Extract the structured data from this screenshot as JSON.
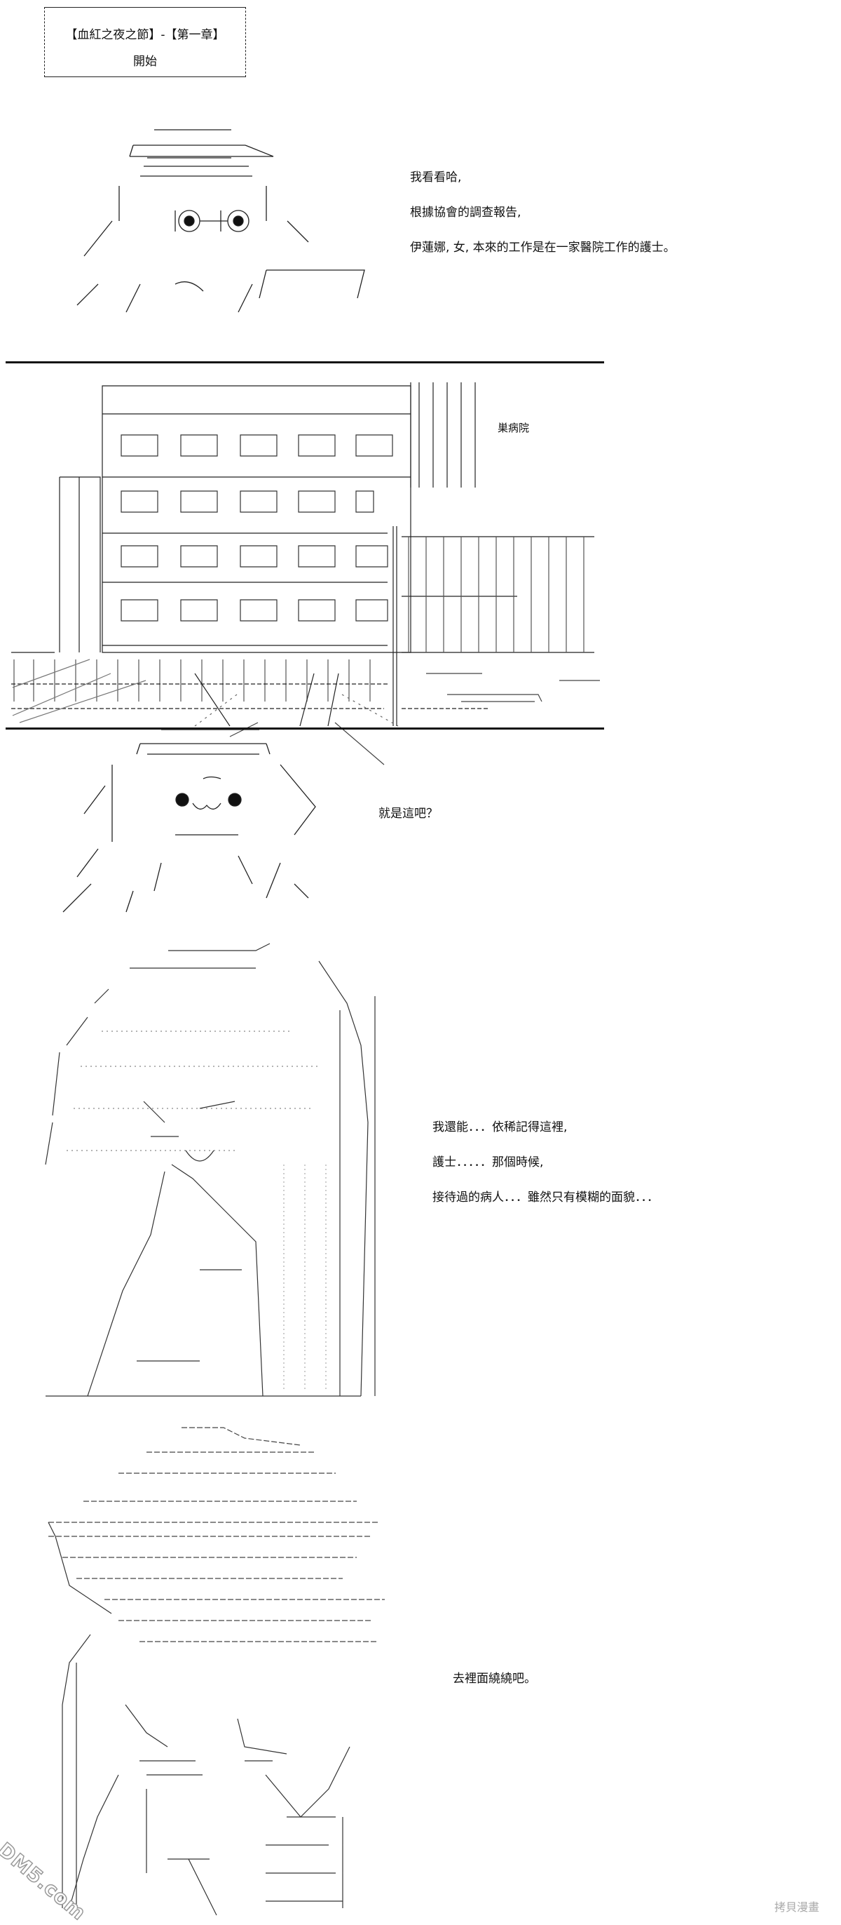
{
  "header": {
    "title": "【血紅之夜之節】-【第一章】",
    "subtitle": "開始"
  },
  "panel1": {
    "lines": [
      "我看看哈,",
      "根據協會的調查報告,",
      "伊蓮娜, 女, 本來的工作是在一家醫院工作的護士。"
    ]
  },
  "scene": {
    "hospital_sign": "巣病院"
  },
  "panel2": {
    "line": "就是這吧？"
  },
  "panel3": {
    "lines": [
      "我還能．．．依稀記得這裡,",
      "護士．．．．．那個時候,",
      "接待過的病人．．．雖然只有模糊的面貌．．．"
    ]
  },
  "panel4": {
    "line": "去裡面繞繞吧。"
  },
  "watermarks": {
    "left": "DM5.com",
    "right": "拷貝漫畫"
  }
}
